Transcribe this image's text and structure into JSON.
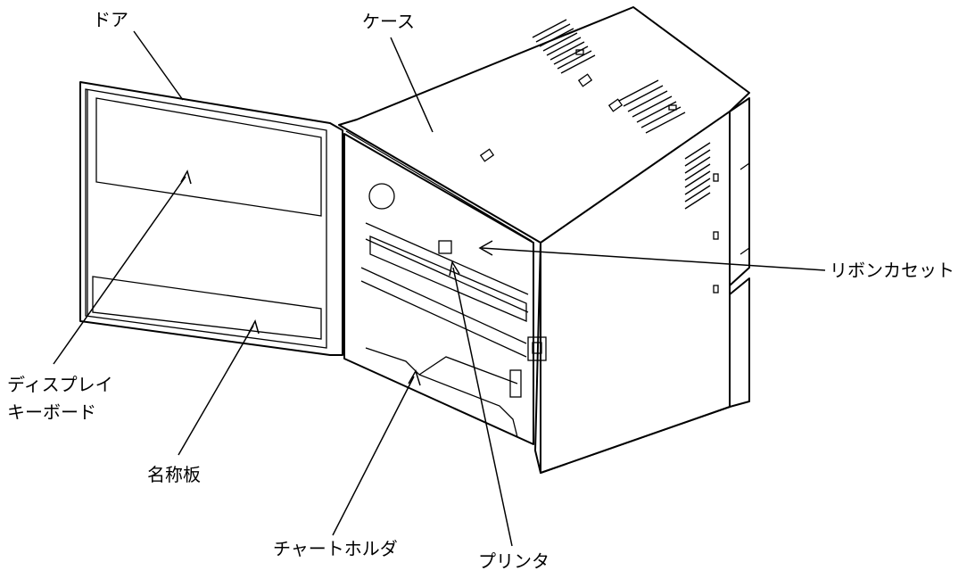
{
  "labels": {
    "door": "ドア",
    "case": "ケース",
    "ribbon_cassette": "リボンカセット",
    "display_keyboard_line1": "ディスプレイ",
    "display_keyboard_line2": "キーボード",
    "nameplate": "名称板",
    "chart_holder": "チャートホルダ",
    "printer": "プリンタ"
  }
}
